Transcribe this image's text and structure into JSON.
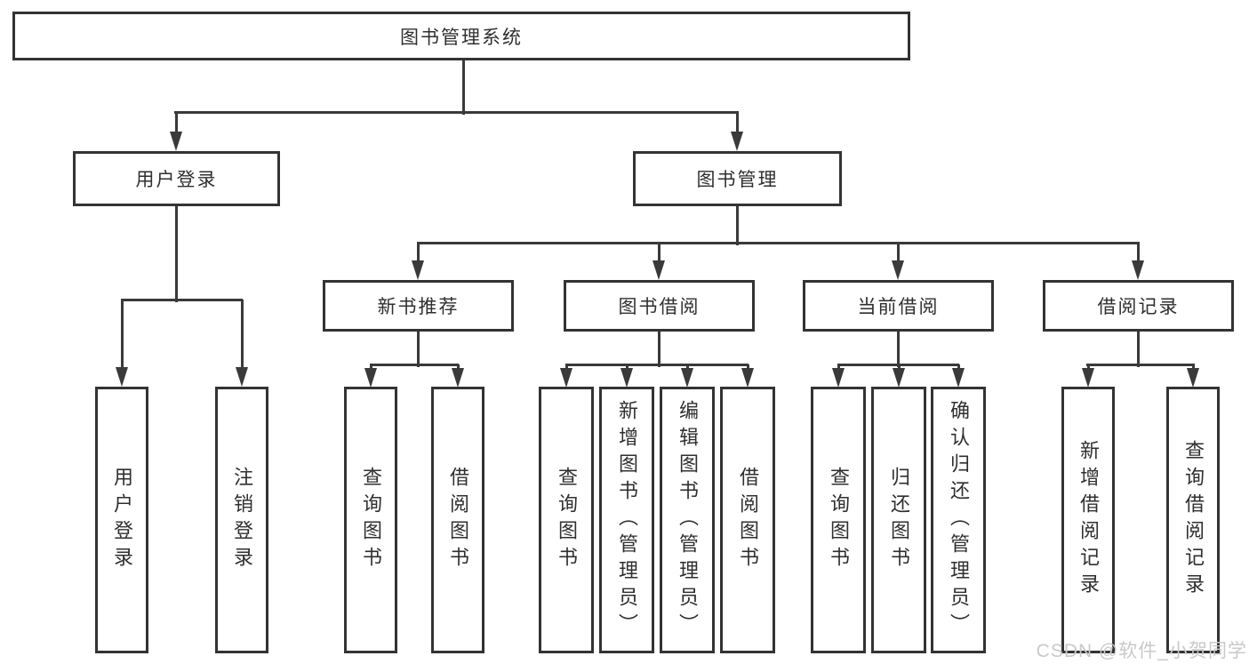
{
  "title": "图书管理系统",
  "tree": {
    "root": {
      "label": "图书管理系统"
    },
    "level2": [
      {
        "label": "用户登录",
        "children": [
          {
            "label": "用户登录"
          },
          {
            "label": "注销登录"
          }
        ]
      },
      {
        "label": "图书管理",
        "children": [
          {
            "label": "新书推荐",
            "children": [
              {
                "label": "查询图书"
              },
              {
                "label": "借阅图书"
              }
            ]
          },
          {
            "label": "图书借阅",
            "children": [
              {
                "label": "查询图书"
              },
              {
                "label": "新增图书（管理员）"
              },
              {
                "label": "编辑图书（管理员）"
              },
              {
                "label": "借阅图书"
              }
            ]
          },
          {
            "label": "当前借阅",
            "children": [
              {
                "label": "查询图书"
              },
              {
                "label": "归还图书"
              },
              {
                "label": "确认归还（管理员）"
              }
            ]
          },
          {
            "label": "借阅记录",
            "children": [
              {
                "label": "新增借阅记录"
              },
              {
                "label": "查询借阅记录"
              }
            ]
          }
        ]
      }
    ]
  },
  "watermark": {
    "text": "CSDN @软件_小贺同学"
  },
  "colors": {
    "line": "#3a3a3a",
    "box_border": "#333333",
    "text": "#2f2f2f",
    "background": "#ffffff",
    "watermark": "#c9c9c9"
  }
}
